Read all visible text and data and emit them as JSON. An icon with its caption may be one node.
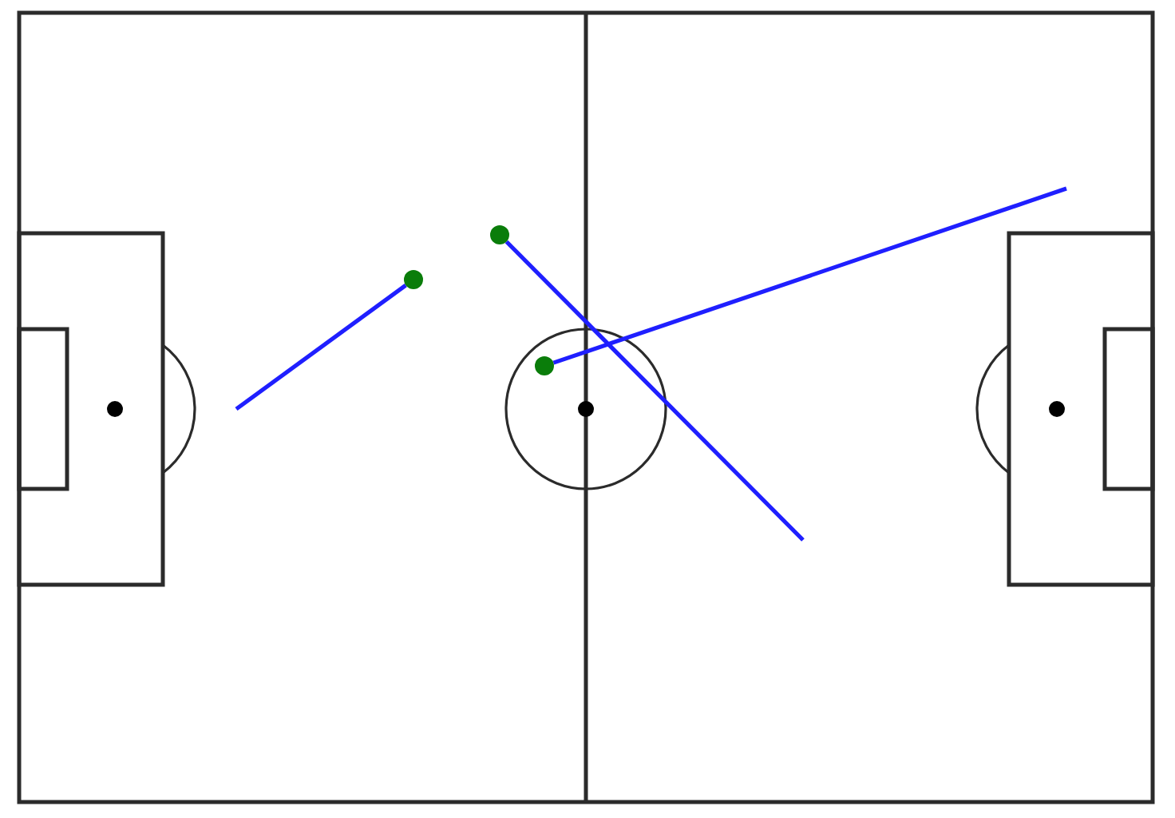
{
  "diagram": {
    "nodes": [
      {
        "text": [],
        "shape": "circle"
      },
      {
        "text": [],
        "shape": "circle"
      },
      {
        "text": [],
        "shape": "circle"
      }
    ],
    "edges": [
      {
        "from": 0,
        "to": null,
        "arrow": "none"
      },
      {
        "from": 1,
        "to": null,
        "arrow": "none"
      },
      {
        "from": 2,
        "to": null,
        "arrow": "none"
      }
    ]
  }
}
